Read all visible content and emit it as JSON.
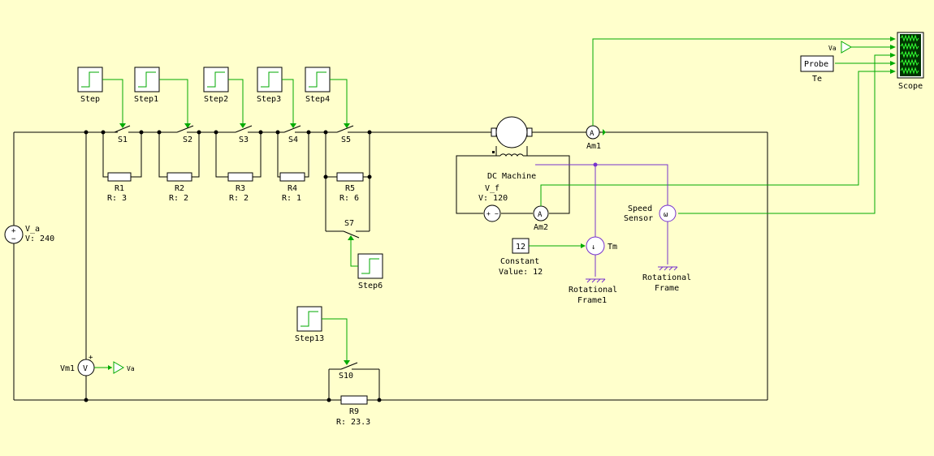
{
  "labels": {
    "step": "Step",
    "step1": "Step1",
    "step2": "Step2",
    "step3": "Step3",
    "step4": "Step4",
    "step6": "Step6",
    "step13": "Step13",
    "s1": "S1",
    "s2": "S2",
    "s3": "S3",
    "s4": "S4",
    "s5": "S5",
    "s7": "S7",
    "s10": "S10",
    "r1": "R1",
    "r1v": "R: 3",
    "r2": "R2",
    "r2v": "R: 2",
    "r3": "R3",
    "r3v": "R: 2",
    "r4": "R4",
    "r4v": "R: 1",
    "r5": "R5",
    "r5v": "R: 6",
    "r9": "R9",
    "r9v": "R: 23.3",
    "va_name": "V_a",
    "va_value": "V: 240",
    "vf_name": "V_f",
    "vf_value": "V: 120",
    "vm1": "Vm1",
    "va_tag": "Va",
    "va_tag2": "Va",
    "am1": "Am1",
    "am2": "Am2",
    "dc_machine": "DC Machine",
    "speed_sensor_1": "Speed",
    "speed_sensor_2": "Sensor",
    "rot_frame_1": "Rotational",
    "rot_frame_2": "Frame",
    "rot_frame1_1": "Rotational",
    "rot_frame1_2": "Frame1",
    "constant_1": "Constant",
    "constant_2": "Value: 12",
    "constant_val": "12",
    "tm": "Tm",
    "probe": "Probe",
    "te": "Te",
    "scope": "Scope",
    "ammeter_symbol": "A",
    "voltmeter_symbol": "V",
    "omega_symbol": "ω",
    "plus": "+",
    "minus": "−"
  },
  "colors": {
    "background": "#ffffcc",
    "wire": "#000000",
    "signal": "#00aa00",
    "mechanical": "#7733cc",
    "scope_screen": "#003300"
  }
}
